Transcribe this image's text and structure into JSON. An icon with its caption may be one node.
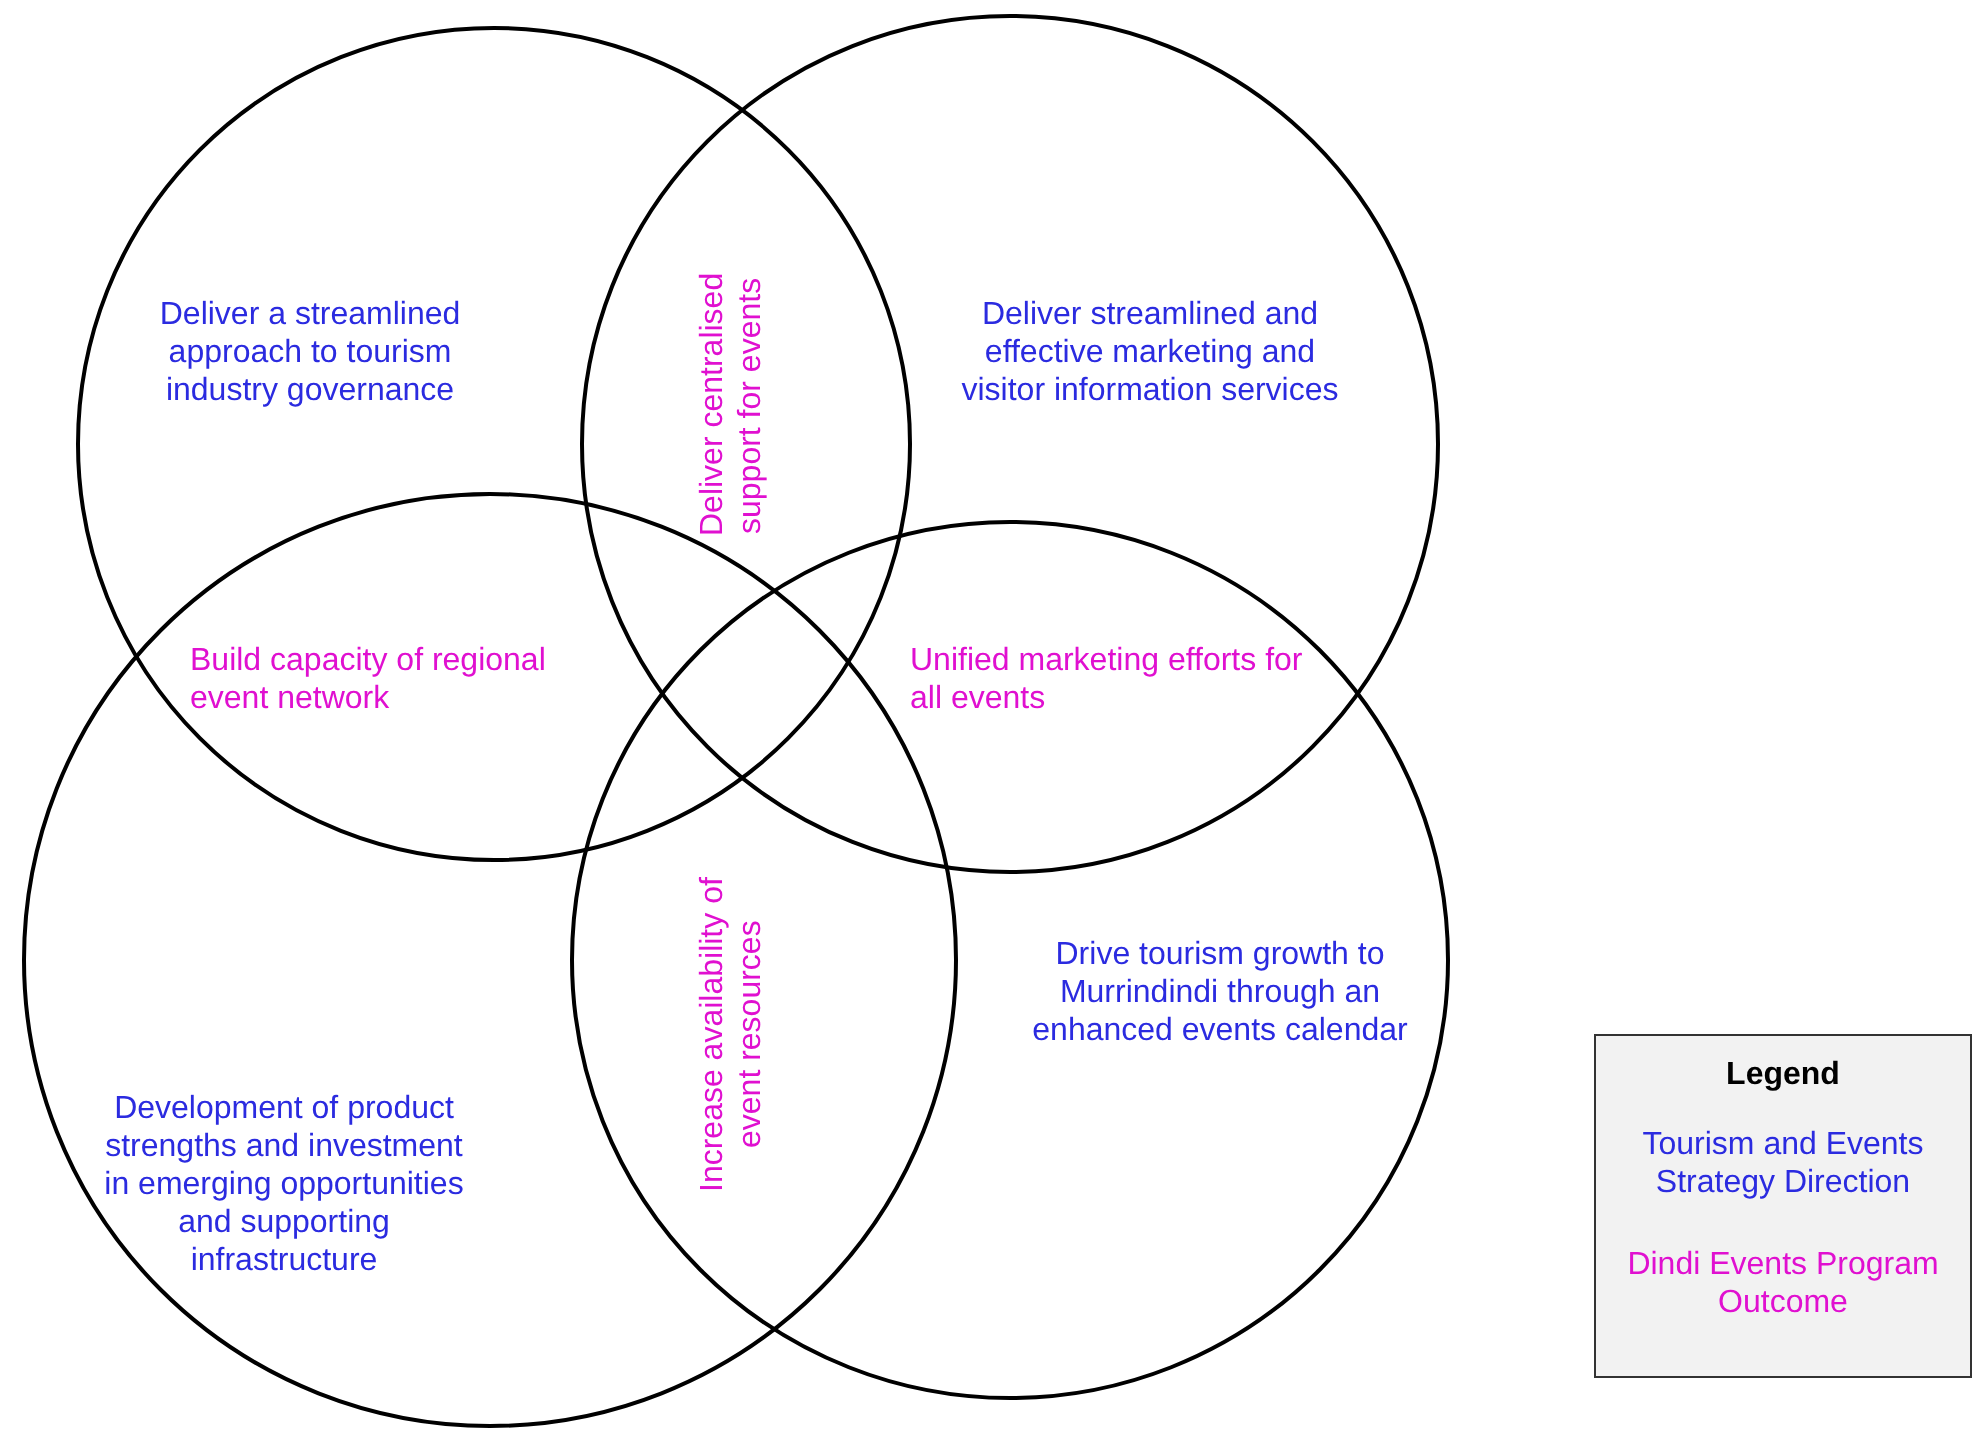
{
  "diagram": {
    "nodes": [
      {
        "text": [
          "Deliver a streamlined approach to tourism industry governance"
        ]
      },
      {
        "text": [
          "Deliver streamlined and effective marketing and visitor information services"
        ]
      },
      {
        "text": [
          "Development of product strengths and investment in emerging opportunities and supporting infrastructure"
        ]
      },
      {
        "text": [
          "Drive tourism growth to Murrindindi through an enhanced events calendar"
        ]
      }
    ],
    "edges": [],
    "labels": [
      "Deliver centralised support for events",
      "Build capacity of regional event network",
      "Unified marketing efforts for all events",
      "Increase availability of event resources",
      "Legend"
    ],
    "legend": [
      {
        "text": "Tourism and Events Strategy Direction",
        "color": "#2b2be0"
      },
      {
        "text": "Dindi Events Program Outcome",
        "color": "#e010d0"
      }
    ]
  }
}
